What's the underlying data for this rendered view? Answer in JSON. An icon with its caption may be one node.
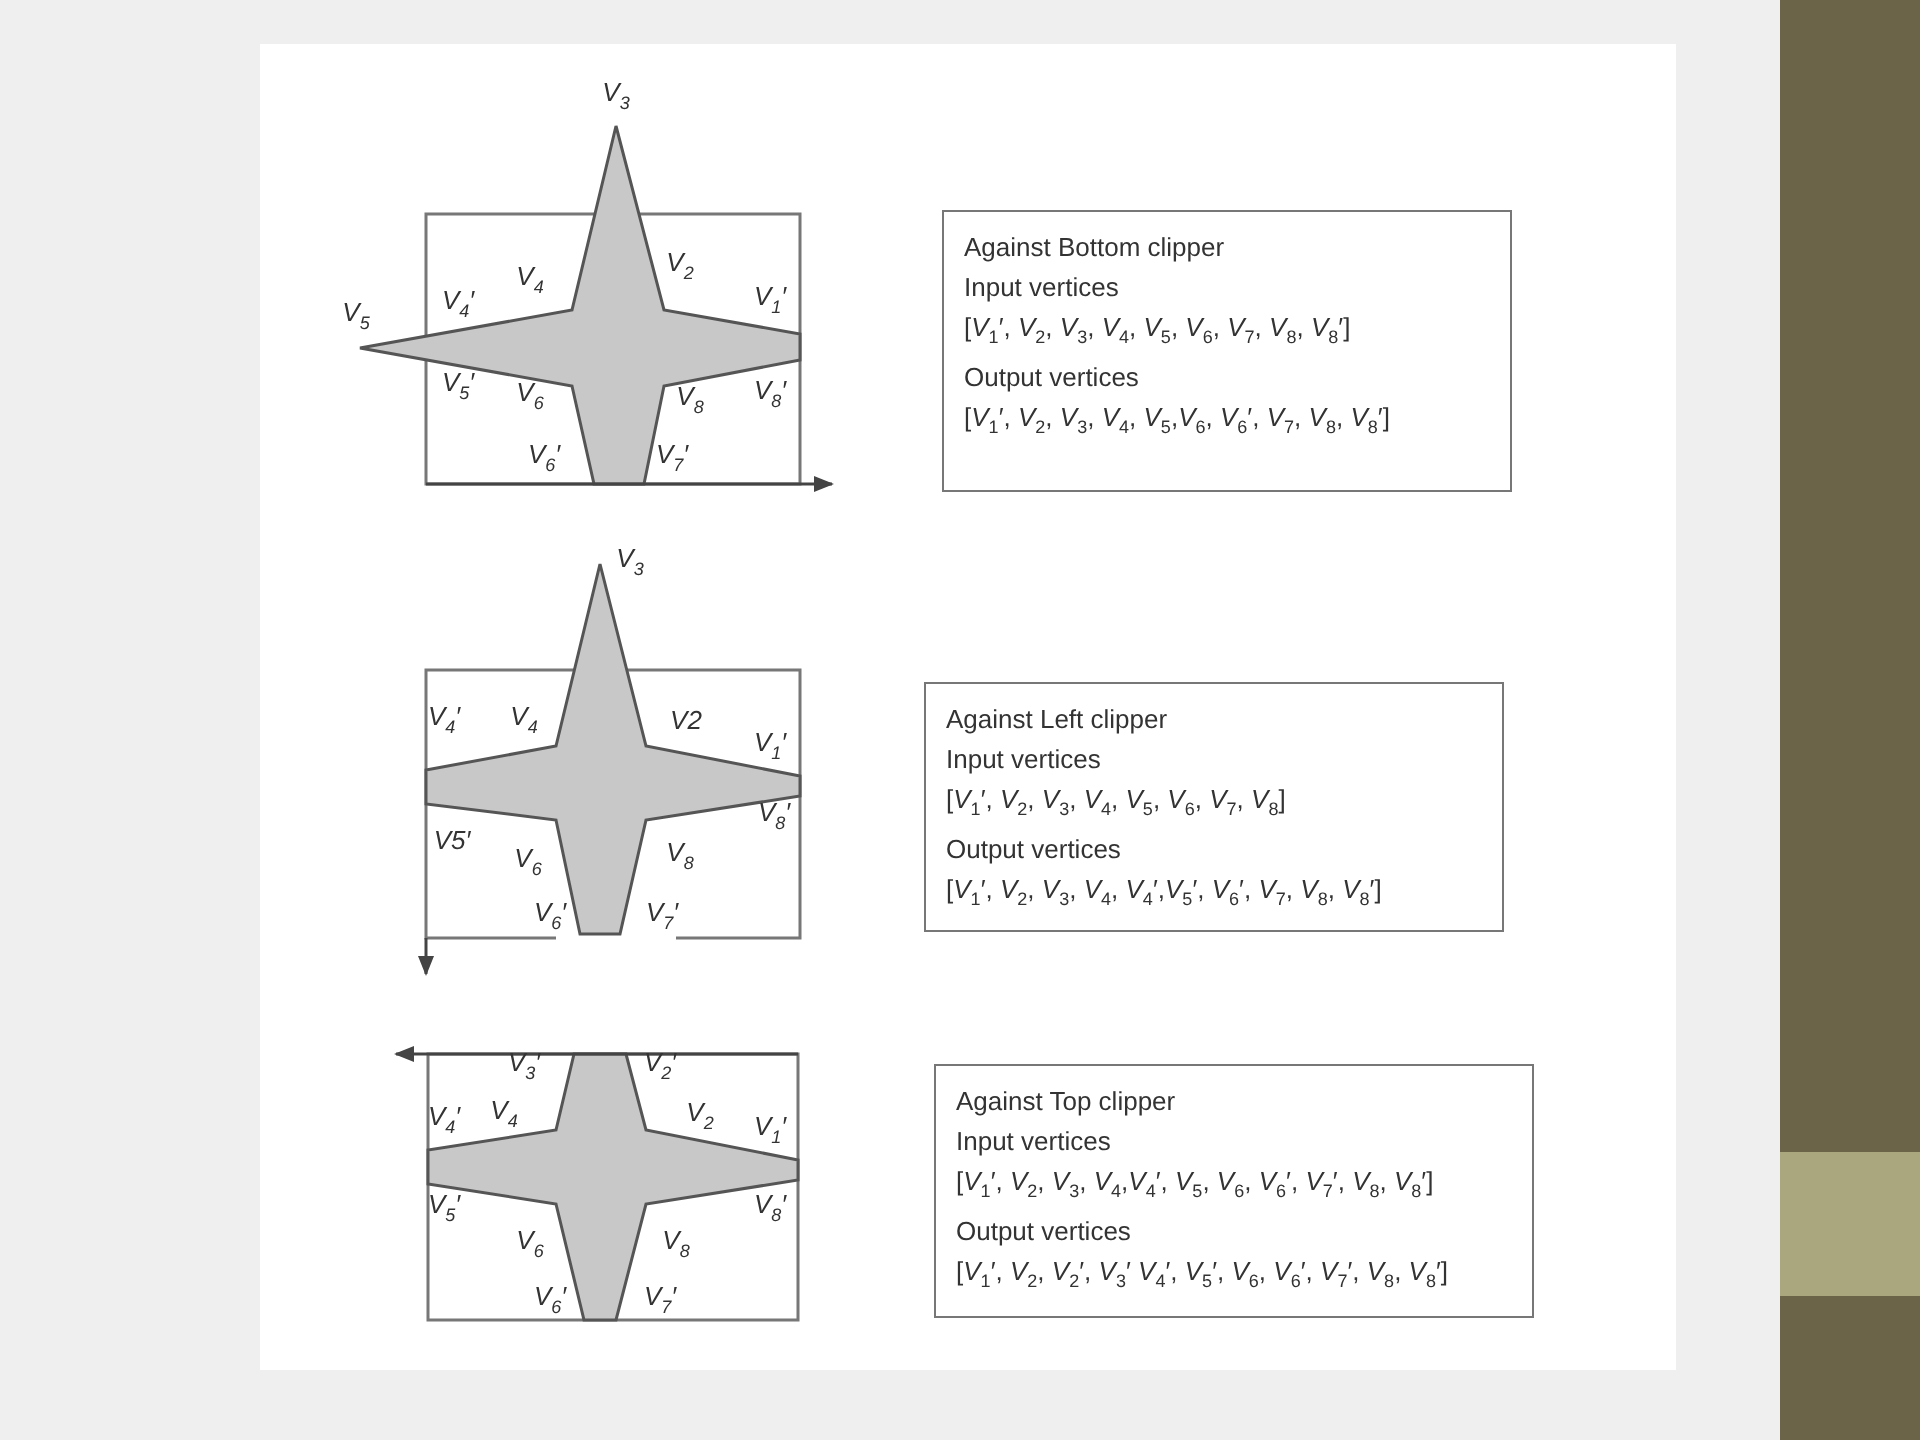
{
  "diagram": {
    "nodes": [
      {
        "text": [
          "Against Bottom clipper",
          "Input vertices",
          "[*V*$_{1}$′, *V*$_{2}$, *V*$_{3}$, *V*$_{4}$, *V*$_{5}$, *V*$_{6}$, *V*$_{7}$, *V*$_{8}$, *V*$_{8}$′]",
          "Output vertices",
          "[*V*$_{1}$′, *V*$_{2}$, *V*$_{3}$, *V*$_{4}$, *V*$_{5}$,*V*$_{6}$, *V*$_{6}$′, *V*$_{7}$, *V*$_{8}$, *V*$_{8}$′]"
        ]
      },
      {
        "text": [
          "Against Left clipper",
          "Input vertices",
          "[*V*$_{1}$′, *V*$_{2}$, *V*$_{3}$, *V*$_{4}$, *V*$_{5}$, *V*$_{6}$, *V*$_{7}$, *V*$_{8}$]",
          "Output vertices",
          "[*V*$_{1}$′, *V*$_{2}$, *V*$_{3}$, *V*$_{4}$, *V*$_{4}$′,*V*$_{5}$′, *V*$_{6}$′, *V*$_{7}$, *V*$_{8}$, *V*$_{8}$′]"
        ]
      },
      {
        "text": [
          "Against Top clipper",
          "Input vertices",
          "[*V*$_{1}$′, *V*$_{2}$, *V*$_{3}$, *V*$_{4}$,*V*$_{4}$′, *V*$_{5}$, *V*$_{6}$, *V*$_{6}$′, *V*$_{7}$′, *V*$_{8}$, *V*$_{8}$′]",
          "Output vertices",
          "[*V*$_{1}$′, *V*$_{2}$, *V*$_{2}$′, *V*$_{3}$′ *V*$_{4}$′, *V*$_{5}$′, *V*$_{6}$, *V*$_{6}$′, *V*$_{7}$′, *V*$_{8}$, *V*$_{8}$′]"
        ]
      }
    ],
    "labels": [
      "V$_{3}$",
      "V$_{2}$",
      "V$_{4}$",
      "V$_{4}$′",
      "V$_{1}$′",
      "V$_{5}$",
      "V$_{5}$′",
      "V$_{6}$",
      "V$_{8}$",
      "V$_{8}$′",
      "V$_{6}$′",
      "V$_{7}$′",
      "V$_{3}$",
      "V$_{4}$′",
      "V$_{4}$",
      "V2",
      "V$_{1}$′",
      "V5′",
      "V$_{6}$",
      "V$_{8}$",
      "V$_{8}$′",
      "V$_{6}$′",
      "V$_{7}$′",
      "V$_{3}$′",
      "V$_{2}$′",
      "V$_{4}$′",
      "V$_{4}$",
      "V$_{2}$",
      "V$_{1}$′",
      "V$_{5}$′",
      "V$_{6}$",
      "V$_{8}$",
      "V$_{8}$′",
      "V$_{6}$′",
      "V$_{7}$′"
    ]
  }
}
